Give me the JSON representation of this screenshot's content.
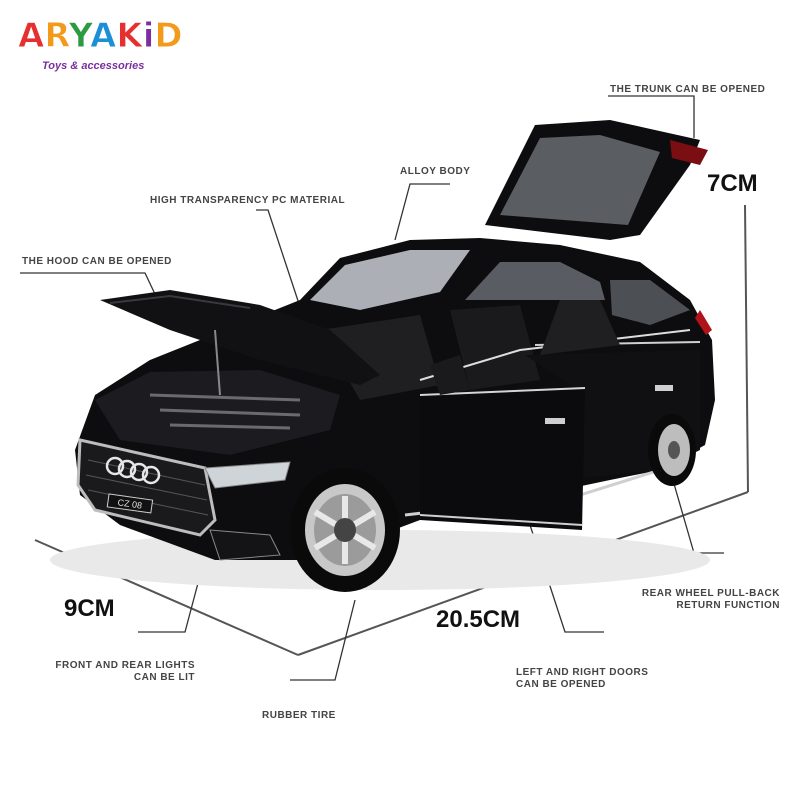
{
  "brand": {
    "name_letters": [
      "A",
      "R",
      "Y",
      "A",
      "K",
      "i",
      "D"
    ],
    "letter_colors": [
      "#e5302f",
      "#f39a1b",
      "#2c9a3f",
      "#1c8fd6",
      "#e5302f",
      "#7a2fa0",
      "#f39a1b"
    ],
    "tagline": "Toys & accessories"
  },
  "callouts": {
    "trunk": "THE TRUNK CAN BE OPENED",
    "alloy": "ALLOY BODY",
    "pc_material": "HIGH TRANSPARENCY PC MATERIAL",
    "hood": "THE HOOD CAN BE OPENED",
    "pullback_line1": "REAR WHEEL PULL-BACK",
    "pullback_line2": "RETURN FUNCTION",
    "lights_line1": "FRONT AND REAR LIGHTS",
    "lights_line2": "CAN BE LIT",
    "doors_line1": "LEFT AND RIGHT DOORS",
    "doors_line2": "CAN BE OPENED",
    "tire": "RUBBER TIRE"
  },
  "dimensions": {
    "height": "7CM",
    "width": "9CM",
    "length": "20.5CM"
  },
  "car": {
    "plate": "CZ 08",
    "body_color": "#0d0d0f"
  }
}
